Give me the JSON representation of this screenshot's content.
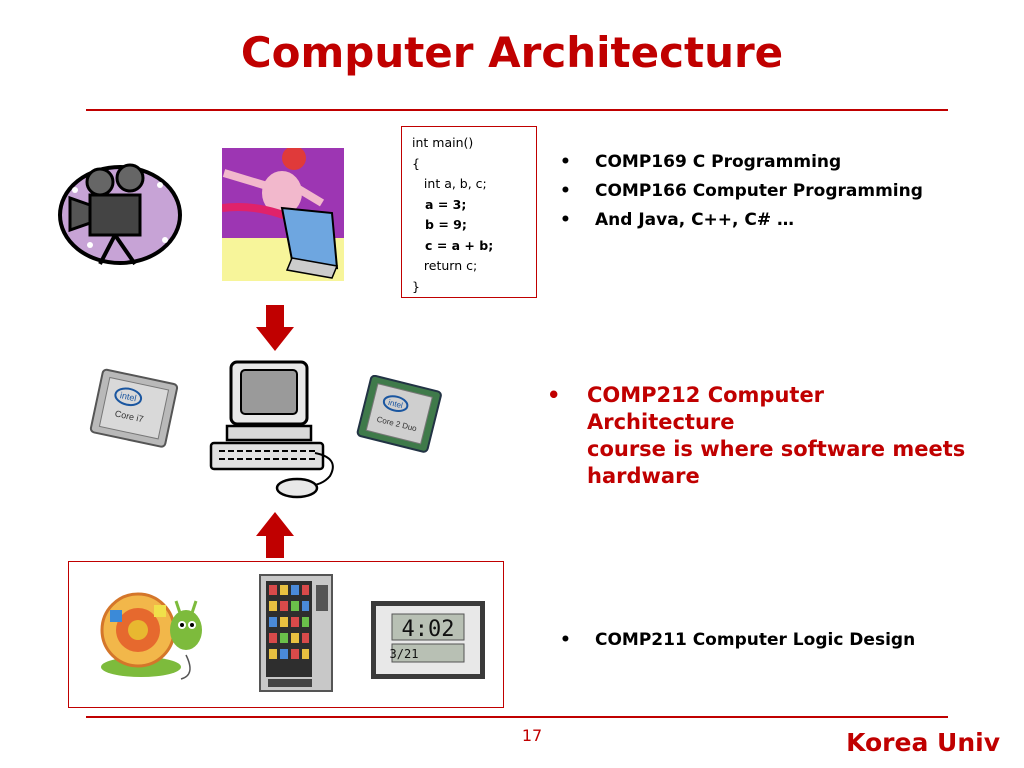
{
  "slide": {
    "title": "Computer Architecture",
    "page_number": "17",
    "brand": "Korea Univ"
  },
  "code": {
    "lines": [
      "int main()",
      "{",
      "   int a, b, c;",
      "   a = 3;",
      "   b = 9;",
      "   c = a + b;",
      "   return c;",
      "}"
    ]
  },
  "software_bullets": [
    "COMP169 C Programming",
    "COMP166 Computer Programming",
    "And Java, C++, C# …"
  ],
  "architecture_bullet": {
    "lines": [
      "COMP212 Computer Architecture",
      "course is where software meets",
      "hardware"
    ]
  },
  "logic_bullet": "COMP211 Computer Logic Design",
  "bullet_symbol": "•",
  "chips": {
    "left": {
      "brand": "intel",
      "model": "Core i7"
    },
    "right": {
      "brand": "intel",
      "model": "Core 2 Duo"
    }
  },
  "clock": {
    "time": "4:02",
    "date": "3/21"
  },
  "icons": {
    "film_camera": "film-camera-icon",
    "surfer": "surfing-computer-clipart-icon",
    "arrow_down": "arrow-down-icon",
    "arrow_up": "arrow-up-icon",
    "computer": "desktop-computer-icon",
    "toy": "snail-toy-icon",
    "vending": "vending-machine-icon",
    "clock": "digital-clock-icon"
  },
  "colors": {
    "accent": "#c00000"
  }
}
